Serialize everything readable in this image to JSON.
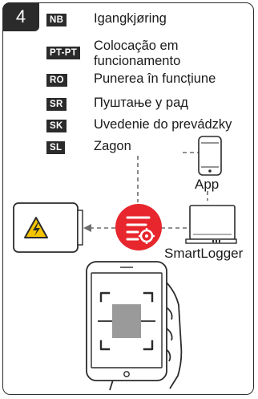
{
  "step": {
    "number": "4"
  },
  "languages": [
    {
      "code": "NB",
      "text": "Igangkjøring"
    },
    {
      "code": "PT-PT",
      "text": "Colocação em funcionamento",
      "line1": "Colocação em",
      "line2": "funcionamento"
    },
    {
      "code": "RO",
      "text": "Punerea în funcțiune"
    },
    {
      "code": "SR",
      "text": "Пуштање у рад"
    },
    {
      "code": "SK",
      "text": "Uvedenie do prevádzky"
    },
    {
      "code": "SL",
      "text": "Zagon"
    }
  ],
  "devices": {
    "app_label": "App",
    "smartlogger_label": "SmartLogger"
  },
  "icons": {
    "inverter": "inverter-with-high-voltage-warning-icon",
    "commissioning": "commissioning-settings-icon",
    "app": "mobile-phone-icon",
    "smartlogger": "smartlogger-device-icon",
    "scan": "hand-holding-phone-scanning-qr-code-icon"
  },
  "colors": {
    "accent_red": "#e8262e",
    "warning_yellow": "#f5c400",
    "dark": "#2b2b2b",
    "dashed_line": "#6d6d6d"
  }
}
